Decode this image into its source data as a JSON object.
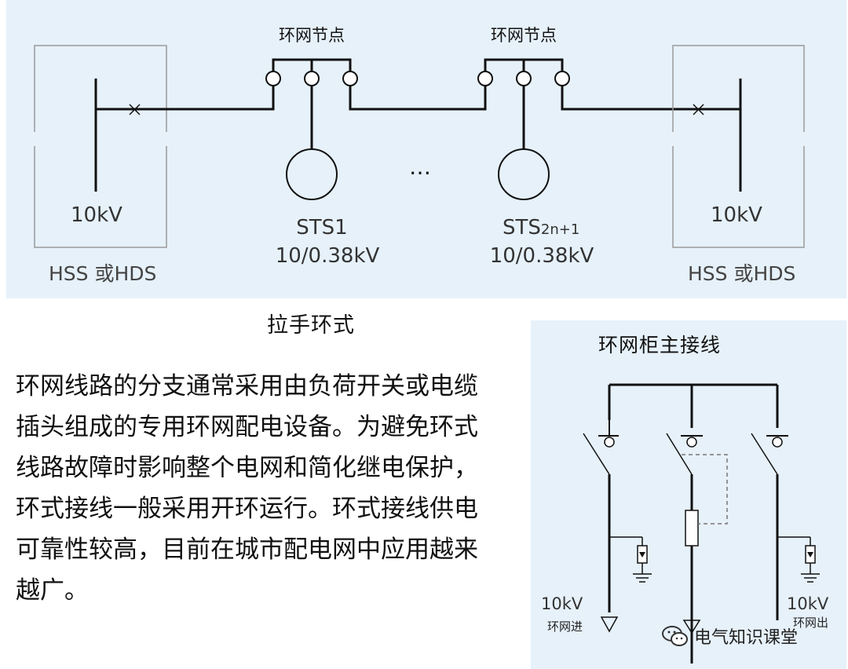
{
  "top_diagram": {
    "node_label_left": "环网节点",
    "node_label_right": "环网节点",
    "left_substation": {
      "voltage": "10kV",
      "type": "HSS 或HDS"
    },
    "right_substation": {
      "voltage": "10kV",
      "type": "HSS 或HDS"
    },
    "transformer_left": {
      "name": "STS1",
      "rating": "10/0.38kV"
    },
    "transformer_right": {
      "name_main": "STS",
      "name_sub": "2n+1",
      "rating": "10/0.38kV"
    },
    "ellipsis": "…"
  },
  "caption_top": "拉手环式",
  "ring_cabinet": {
    "title": "环网柜主接线",
    "left_voltage": "10kV",
    "left_label": "环网进",
    "right_voltage": "10kV",
    "right_label": "环网出"
  },
  "paragraph_lines": [
    "环网线路的分支通常采用由负荷开关或电缆",
    "插头组成的专用环网配电设备。为避免环式",
    "线路故障时影响整个电网和简化继电保护，",
    "环式接线一般采用开环运行。环式接线供电",
    "可靠性较高，目前在城市配电网中应用越来",
    "越广。"
  ],
  "watermark": {
    "text": "电气知识课堂",
    "icon": "wechat-icon"
  },
  "colors": {
    "panel_bg": "#e6f1fa",
    "line": "#111111",
    "box": "#9a9a9a",
    "dashed": "#777777"
  }
}
